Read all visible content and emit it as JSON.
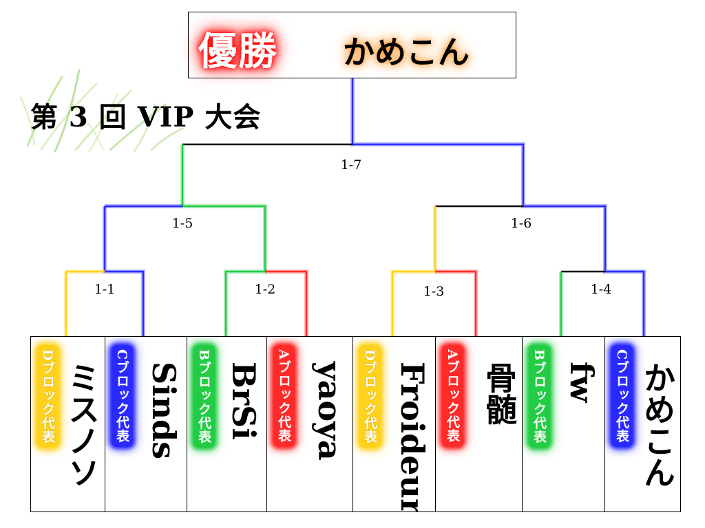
{
  "champion": {
    "label": "優勝",
    "name": "かめこん"
  },
  "event_title": "第 3 回 VIP 大会",
  "colors": {
    "red": "#ff2a2a",
    "blue": "#2a2aff",
    "green": "#22cc44",
    "yellow": "#ffd21e",
    "line_black": "#000000"
  },
  "matches": [
    {
      "id": "m11",
      "label": "1-1"
    },
    {
      "id": "m12",
      "label": "1-2"
    },
    {
      "id": "m13",
      "label": "1-3"
    },
    {
      "id": "m14",
      "label": "1-4"
    },
    {
      "id": "m15",
      "label": "1-5"
    },
    {
      "id": "m16",
      "label": "1-6"
    },
    {
      "id": "m17",
      "label": "1-7"
    }
  ],
  "players": [
    {
      "name": "ミスノソ",
      "block": "Dブロック代表",
      "color": "yellow"
    },
    {
      "name": "Sinds",
      "block": "Cブロック代表",
      "color": "blue"
    },
    {
      "name": "BrSi",
      "block": "Bブロック代表",
      "color": "green"
    },
    {
      "name": "yaoya",
      "block": "Aブロック代表",
      "color": "red"
    },
    {
      "name": "Froideur",
      "block": "Dブロック代表",
      "color": "yellow"
    },
    {
      "name": "骨髄",
      "block": "Aブロック代表",
      "color": "red"
    },
    {
      "name": "fw",
      "block": "Bブロック代表",
      "color": "green"
    },
    {
      "name": "かめこん",
      "block": "Cブロック代表",
      "color": "blue"
    }
  ]
}
